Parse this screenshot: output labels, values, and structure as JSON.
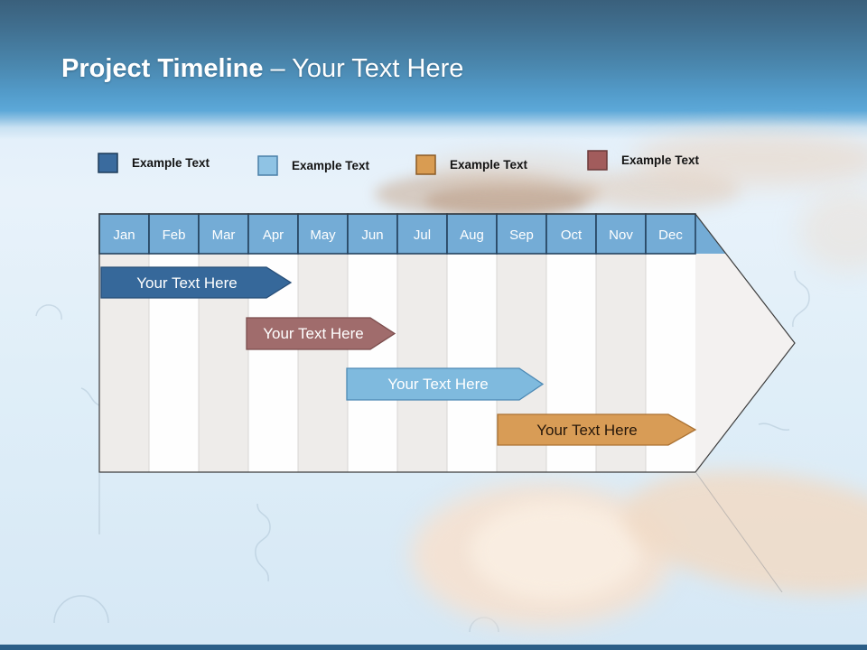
{
  "slide_title": {
    "bold": "Project Timeline",
    "light": "– Your Text Here"
  },
  "legend": {
    "items": [
      {
        "label": "Example Text",
        "color": "#3a6b9e",
        "border": "#1d3a58"
      },
      {
        "label": "Example Text",
        "color": "#8fc3e4",
        "border": "#4a7fa8"
      },
      {
        "label": "Example Text",
        "color": "#d99c52",
        "border": "#8a5a24"
      },
      {
        "label": "Example Text",
        "color": "#a25c5c",
        "border": "#6b3939"
      }
    ]
  },
  "timeline": {
    "header_fill": "#74acd6",
    "months": [
      "Jan",
      "Feb",
      "Mar",
      "Apr",
      "May",
      "Jun",
      "Jul",
      "Aug",
      "Sep",
      "Oct",
      "Nov",
      "Dec"
    ],
    "bars": [
      {
        "label": "Your Text Here",
        "color": "#36689a",
        "border": "#274e78",
        "text_color": "#ffffff",
        "start": "Jan",
        "end": "mid Apr"
      },
      {
        "label": "Your Text Here",
        "color": "#a06c6c",
        "border": "#7b4d4d",
        "text_color": "#ffffff",
        "start": "Apr",
        "end": "end Jun"
      },
      {
        "label": "Your Text Here",
        "color": "#7fbade",
        "border": "#4d89b4",
        "text_color": "#ffffff",
        "start": "Jun",
        "end": "end Sep"
      },
      {
        "label": "Your Text Here",
        "color": "#d89c56",
        "border": "#aa7132",
        "text_color": "#26170a",
        "start": "Sep",
        "end": "Dec"
      }
    ]
  }
}
